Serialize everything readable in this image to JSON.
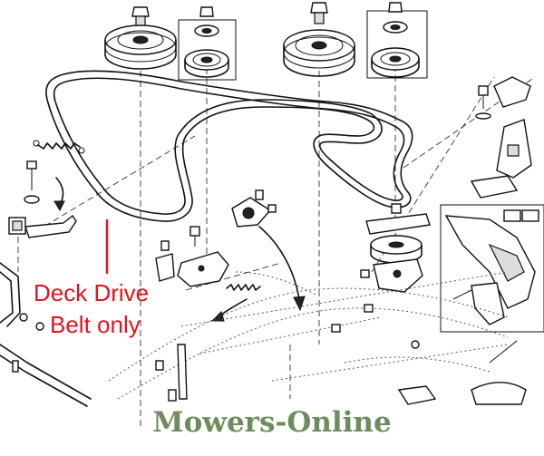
{
  "callout": {
    "line1": "Deck Drive",
    "line2": "Belt only",
    "color": "#e0141e"
  },
  "watermark": {
    "text": "Mowers-Online",
    "color": "#6f8c5e"
  },
  "icons": [
    "pulley-icon",
    "idler-pulley-icon",
    "belt-icon",
    "spring-icon",
    "bolt-icon",
    "bracket-icon",
    "arrow-icon"
  ]
}
